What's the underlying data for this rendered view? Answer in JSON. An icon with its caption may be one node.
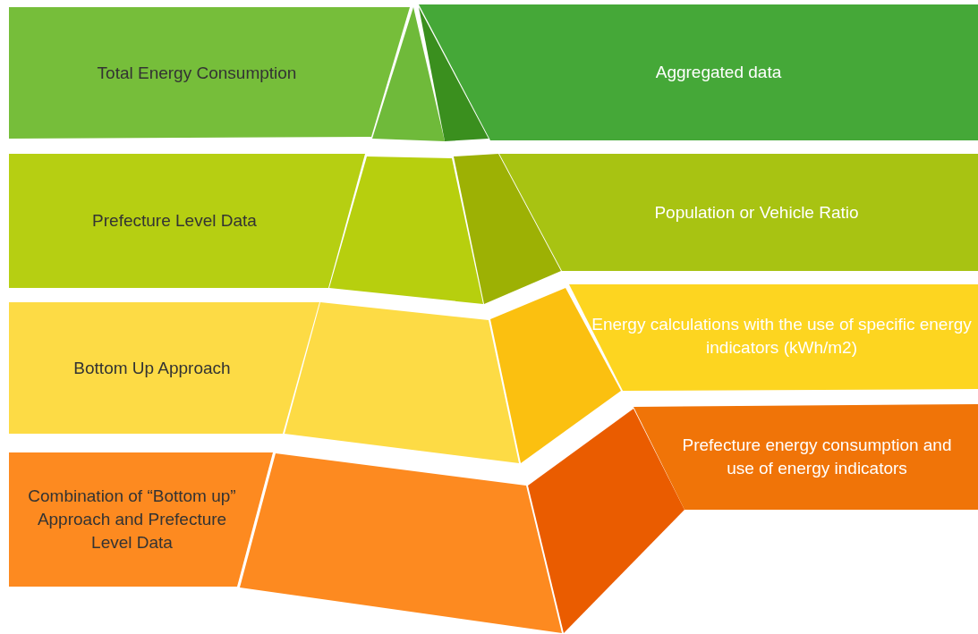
{
  "diagram": {
    "nodes": [
      {
        "text": [
          "Total Energy Consumption"
        ]
      },
      {
        "text": [
          "Aggregated data"
        ]
      },
      {
        "text": [
          "Prefecture Level Data"
        ]
      },
      {
        "text": [
          "Population or Vehicle Ratio"
        ]
      },
      {
        "text": [
          "Bottom Up Approach"
        ]
      },
      {
        "text": [
          "Energy calculations with the use of specific energy indicators (kWh/m2)"
        ]
      },
      {
        "text": [
          "Combination of “Bottom up” Approach and Prefecture Level Data"
        ]
      },
      {
        "text": [
          "Prefecture energy consumption and use of energy indicators"
        ]
      }
    ]
  }
}
